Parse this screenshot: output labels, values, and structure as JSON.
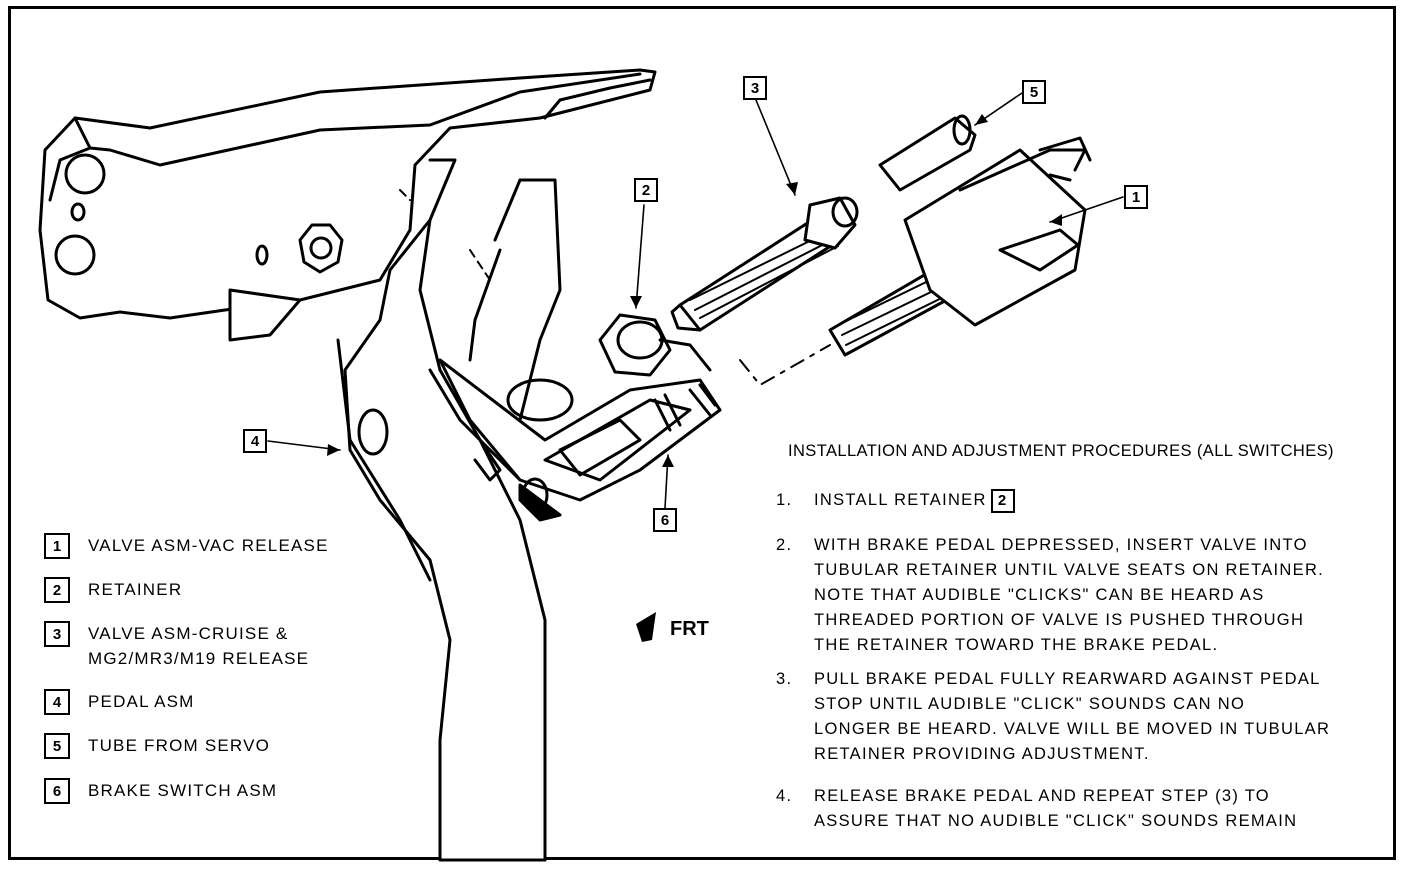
{
  "callouts": {
    "c1": "1",
    "c2": "2",
    "c3": "3",
    "c4": "4",
    "c5": "5",
    "c6": "6"
  },
  "legend": [
    {
      "num": "1",
      "label": "VALVE ASM-VAC RELEASE"
    },
    {
      "num": "2",
      "label": "RETAINER"
    },
    {
      "num": "3",
      "label": "VALVE ASM-CRUISE &\nMG2/MR3/M19 RELEASE"
    },
    {
      "num": "4",
      "label": "PEDAL ASM"
    },
    {
      "num": "5",
      "label": "TUBE FROM SERVO"
    },
    {
      "num": "6",
      "label": "BRAKE SWITCH ASM"
    }
  ],
  "direction": {
    "label": "FRT"
  },
  "procedures": {
    "title": "INSTALLATION AND ADJUSTMENT PROCEDURES (ALL SWITCHES)",
    "steps": [
      {
        "num": "1.",
        "text": "INSTALL RETAINER",
        "ref": "2"
      },
      {
        "num": "2.",
        "text": "WITH BRAKE PEDAL DEPRESSED, INSERT VALVE INTO\nTUBULAR RETAINER UNTIL VALVE SEATS ON RETAINER.\nNOTE THAT AUDIBLE \"CLICKS\" CAN BE HEARD AS\nTHREADED PORTION OF VALVE IS PUSHED THROUGH\nTHE RETAINER TOWARD THE BRAKE PEDAL."
      },
      {
        "num": "3.",
        "text": "PULL BRAKE PEDAL FULLY REARWARD AGAINST PEDAL\nSTOP UNTIL AUDIBLE \"CLICK\" SOUNDS CAN NO\nLONGER BE HEARD. VALVE WILL BE MOVED IN TUBULAR\nRETAINER PROVIDING ADJUSTMENT."
      },
      {
        "num": "4.",
        "text": "RELEASE BRAKE PEDAL AND REPEAT STEP (3) TO\nASSURE THAT NO AUDIBLE \"CLICK\" SOUNDS REMAIN"
      }
    ]
  }
}
